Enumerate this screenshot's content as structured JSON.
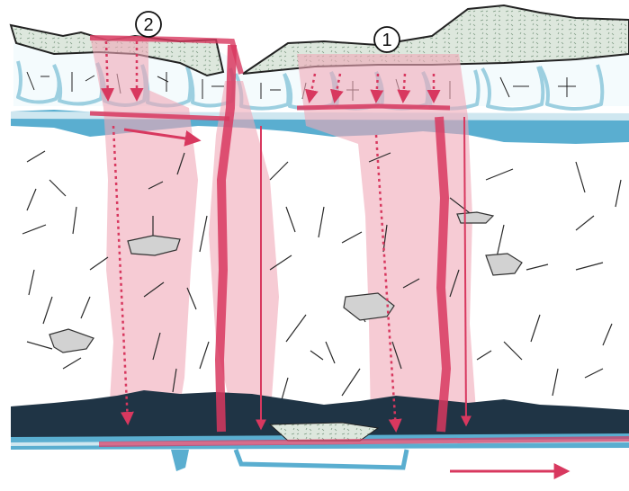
{
  "callouts": [
    {
      "id": "1",
      "label": "1"
    },
    {
      "id": "2",
      "label": "2"
    }
  ],
  "colors": {
    "surface_crust": "#dde7dd",
    "crust_speckle": "#7d9a83",
    "outline": "#222222",
    "aquifer_blue": "#5aaed0",
    "pale_blue": "#cfe7f0",
    "plume_pink": "#f0a9b8",
    "flow_red": "#d8385f",
    "dark_bed": "#1f3445",
    "clast_gray": "#d2d2d2",
    "crack": "#2a2a2a"
  },
  "icons": [
    "dotted-flow-arrow",
    "solid-flow-arrow",
    "lateral-flow-arrow"
  ]
}
